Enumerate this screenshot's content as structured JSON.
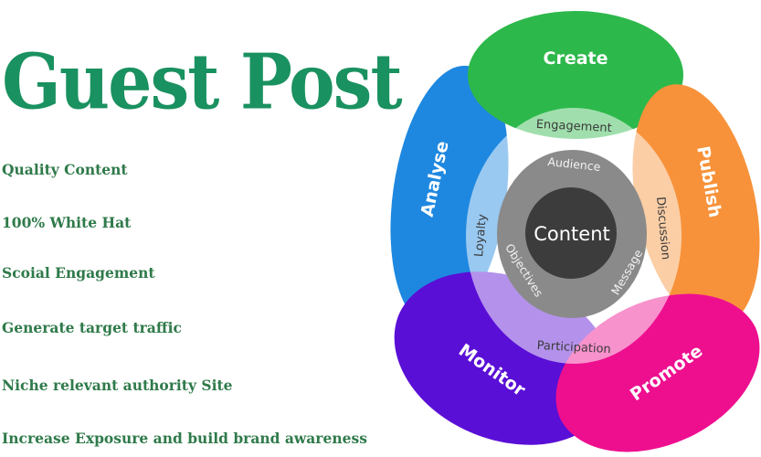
{
  "title": "Guest Post",
  "bullets": [
    "Quality Content",
    "100% White Hat",
    "Scoial Engagement",
    "Generate target traffic",
    "Niche relevant authority Site",
    "Increase Exposure and build brand awareness"
  ],
  "diagram": {
    "center": "Content",
    "outer": [
      "Create",
      "Publish",
      "Promote",
      "Monitor",
      "Analyse"
    ],
    "middle": [
      "Engagement",
      "Discussion",
      "Participation",
      "Loyalty"
    ],
    "inner": [
      "Audience",
      "Message",
      "Objectives"
    ],
    "colors": {
      "create": "#2db84b",
      "publish": "#f7923a",
      "promote": "#ee0f8f",
      "monitor": "#5a0fd6",
      "analyse": "#1e88e0",
      "title": "#1a9160",
      "bullets": "#2f7a4a"
    }
  }
}
